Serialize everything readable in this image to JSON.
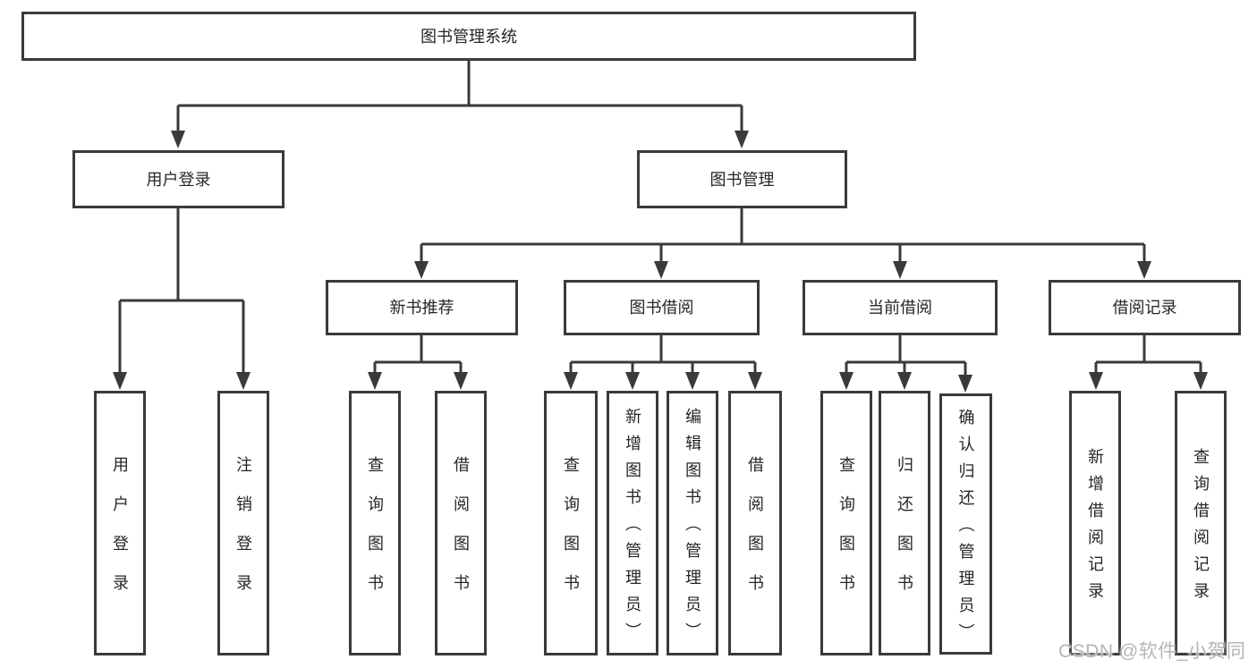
{
  "watermark": "CSDN @软件_小贺同学",
  "colors": {
    "line": "#3a3a3a",
    "box_border": "#3a3a3a",
    "box_fill": "#ffffff",
    "text": "#262626",
    "watermark_text": "#b2b6ba",
    "background": "#ffffff"
  },
  "tree": {
    "label": "图书管理系统",
    "children": [
      {
        "label": "用户登录",
        "children": [
          {
            "label": "用户登录"
          },
          {
            "label": "注销登录"
          }
        ]
      },
      {
        "label": "图书管理",
        "children": [
          {
            "label": "新书推荐",
            "children": [
              {
                "label": "查询图书"
              },
              {
                "label": "借阅图书"
              }
            ]
          },
          {
            "label": "图书借阅",
            "children": [
              {
                "label": "查询图书"
              },
              {
                "label": "新增图书（管理员）"
              },
              {
                "label": "编辑图书（管理员）"
              },
              {
                "label": "借阅图书"
              }
            ]
          },
          {
            "label": "当前借阅",
            "children": [
              {
                "label": "查询图书"
              },
              {
                "label": "归还图书"
              },
              {
                "label": "确认归还（管理员）"
              }
            ]
          },
          {
            "label": "借阅记录",
            "children": [
              {
                "label": "新增借阅记录"
              },
              {
                "label": "查询借阅记录"
              }
            ]
          }
        ]
      }
    ]
  }
}
